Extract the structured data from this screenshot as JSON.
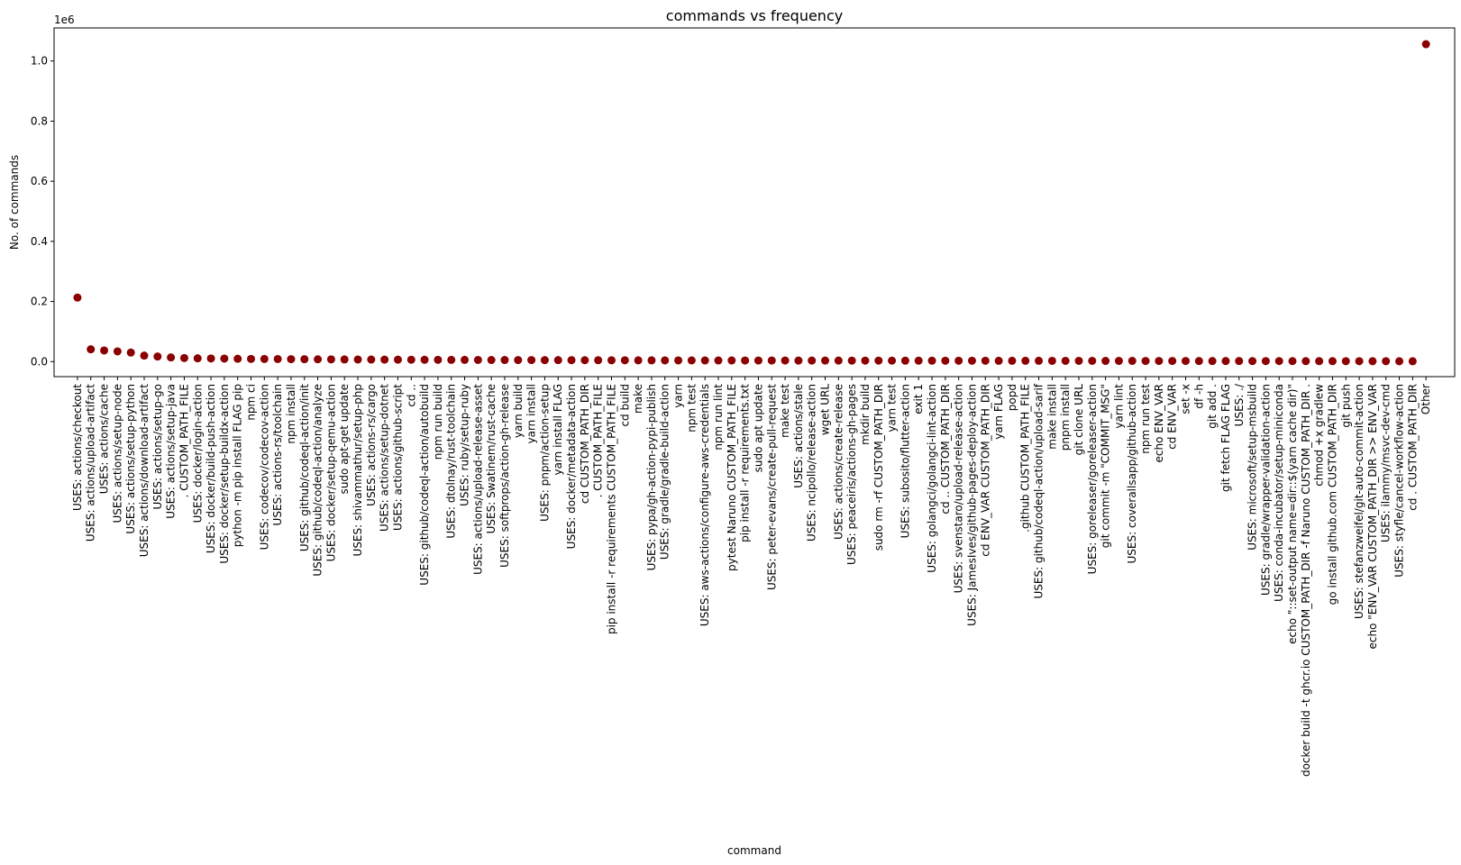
{
  "chart_data": {
    "type": "scatter",
    "title": "commands vs frequency",
    "xlabel": "command",
    "ylabel": "No. of commands",
    "y_offset_label": "1e6",
    "y_scale": 1000000,
    "ylim": [
      -0.05,
      1.11
    ],
    "yticks": [
      0.0,
      0.2,
      0.4,
      0.6,
      0.8,
      1.0
    ],
    "ytick_labels": [
      "0.0",
      "0.2",
      "0.4",
      "0.6",
      "0.8",
      "1.0"
    ],
    "marker_color": "#8b0000",
    "grid": false,
    "categories": [
      "USES: actions/checkout",
      "USES: actions/upload-artifact",
      "USES: actions/cache",
      "USES: actions/setup-node",
      "USES: actions/setup-python",
      "USES: actions/download-artifact",
      "USES: actions/setup-go",
      "USES: actions/setup-java",
      ". CUSTOM_PATH_FILE",
      "USES: docker/login-action",
      "USES: docker/build-push-action",
      "USES: docker/setup-buildx-action",
      "python -m pip install FLAG pip",
      "npm ci",
      "USES: codecov/codecov-action",
      "USES: actions-rs/toolchain",
      "npm install",
      "USES: github/codeql-action/init",
      "USES: github/codeql-action/analyze",
      "USES: docker/setup-qemu-action",
      "sudo apt-get update",
      "USES: shivammathur/setup-php",
      "USES: actions-rs/cargo",
      "USES: actions/setup-dotnet",
      "USES: actions/github-script",
      "cd ..",
      "USES: github/codeql-action/autobuild",
      "npm run build",
      "USES: dtolnay/rust-toolchain",
      "USES: ruby/setup-ruby",
      "USES: actions/upload-release-asset",
      "USES: Swatinem/rust-cache",
      "USES: softprops/action-gh-release",
      "yarn build",
      "yarn install",
      "USES: pnpm/action-setup",
      "yarn install FLAG",
      "USES: docker/metadata-action",
      "cd CUSTOM_PATH_DIR",
      ". CUSTOM_PATH_FILE",
      "pip install -r requirements CUSTOM_PATH_FILE",
      "cd build",
      "make",
      "USES: pypa/gh-action-pypi-publish",
      "USES: gradle/gradle-build-action",
      "yarn",
      "npm test",
      "USES: aws-actions/configure-aws-credentials",
      "npm run lint",
      "pytest Naruno CUSTOM_PATH_FILE",
      "pip install -r requirements.txt",
      "sudo apt update",
      "USES: peter-evans/create-pull-request",
      "make test",
      "USES: actions/stale",
      "USES: ncipollo/release-action",
      "wget URL",
      "USES: actions/create-release",
      "USES: peaceiris/actions-gh-pages",
      "mkdir build",
      "sudo rm -rf CUSTOM_PATH_DIR",
      "yarn test",
      "USES: subosito/flutter-action",
      "exit 1",
      "USES: golangci/golangci-lint-action",
      "cd .. CUSTOM_PATH_DIR",
      "USES: svenstaro/upload-release-action",
      "USES: JamesIves/github-pages-deploy-action",
      "cd ENV_VAR CUSTOM_PATH_DIR",
      "yarn FLAG",
      "popd",
      ".github CUSTOM_PATH_FILE",
      "USES: github/codeql-action/upload-sarif",
      "make install",
      "pnpm install",
      "git clone URL",
      "USES: goreleaser/goreleaser-action",
      "git commit -m \"COMMIT_MSG\"",
      "yarn lint",
      "USES: coverallsapp/github-action",
      "npm run test",
      "echo ENV_VAR",
      "cd ENV_VAR",
      "set -x",
      "df -h",
      "git add .",
      "git fetch FLAG FLAG",
      "USES: ./",
      "USES: microsoft/setup-msbuild",
      "USES: gradle/wrapper-validation-action",
      "USES: conda-incubator/setup-miniconda",
      "echo \"::set-output name=dir::$(yarn cache dir)\"",
      "docker build -t ghcr.io CUSTOM_PATH_DIR -f Naruno CUSTOM_PATH_DIR .",
      "chmod +x gradlew",
      "go install github.com CUSTOM_PATH_DIR",
      "git push",
      "USES: stefanzweifel/git-auto-commit-action",
      "echo \"ENV_VAR CUSTOM_PATH_DIR >> ENV_VAR",
      "USES: ilammy/msvc-dev-cmd",
      "USES: styfle/cancel-workflow-action",
      "cd . CUSTOM_PATH_DIR",
      "Other"
    ],
    "values": [
      213000,
      41000,
      37000,
      34000,
      30000,
      20000,
      17000,
      14000,
      12000,
      11000,
      10500,
      10000,
      9500,
      9000,
      8800,
      8500,
      8200,
      8000,
      7700,
      7500,
      7300,
      7100,
      6900,
      6700,
      6500,
      6300,
      6100,
      6000,
      5800,
      5700,
      5500,
      5400,
      5300,
      5200,
      5100,
      5000,
      4900,
      4800,
      4700,
      4600,
      4500,
      4400,
      4300,
      4200,
      4100,
      4000,
      3950,
      3900,
      3850,
      3800,
      3750,
      3700,
      3650,
      3600,
      3550,
      3500,
      3450,
      3400,
      3350,
      3300,
      3250,
      3200,
      3150,
      3100,
      3050,
      3000,
      2950,
      2900,
      2850,
      2800,
      2750,
      2700,
      2650,
      2600,
      2550,
      2500,
      2450,
      2400,
      2350,
      2300,
      2250,
      2200,
      2150,
      2100,
      2050,
      2000,
      1950,
      1900,
      1850,
      1800,
      1750,
      1700,
      1650,
      1600,
      1550,
      1500,
      1450,
      1400,
      1350,
      1300,
      1250,
      1056000
    ]
  }
}
